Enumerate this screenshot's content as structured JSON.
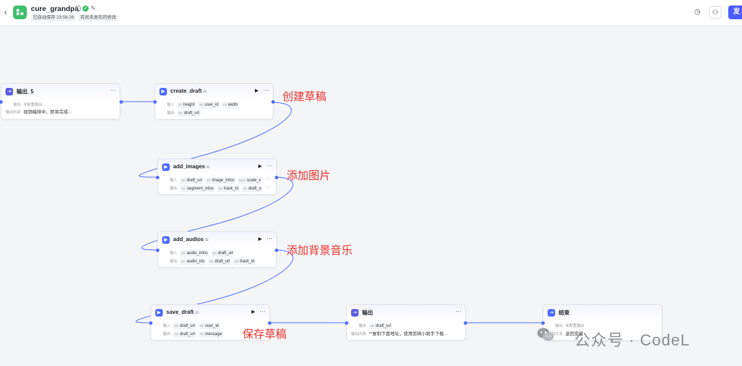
{
  "header": {
    "back_icon": "chevron-left-icon",
    "title": "cure_grandpa",
    "autosave": "已自动保存 23:56:26",
    "unpublished": "有尚未发布的修改",
    "publish_label": "发"
  },
  "nodes": {
    "output5": {
      "title": "输出_5",
      "out_label": "输出",
      "out_value": "未配置输出",
      "content_label": "输出内容",
      "content_value": "视频编排中，即将完成..."
    },
    "create_draft": {
      "title": "create_draft",
      "in_label": "输入",
      "inputs": [
        "height",
        "user_id",
        "width"
      ],
      "out_label": "输出",
      "outputs": [
        "draft_url"
      ]
    },
    "add_images": {
      "title": "add_images",
      "in_label": "输入",
      "inputs": [
        "draft_url",
        "image_infos",
        "scale_x"
      ],
      "out_label": "输出",
      "outputs": [
        "segment_infos",
        "track_id",
        "draft_u"
      ]
    },
    "add_audios": {
      "title": "add_audios",
      "in_label": "输入",
      "inputs": [
        "audio_infos",
        "draft_url"
      ],
      "out_label": "输出",
      "outputs": [
        "audio_ids",
        "draft_url",
        "track_id"
      ]
    },
    "save_draft": {
      "title": "save_draft",
      "in_label": "输入",
      "inputs": [
        "draft_url",
        "user_id"
      ],
      "out_label": "输出",
      "outputs": [
        "draft_url",
        "message"
      ]
    },
    "output": {
      "title": "输出",
      "out_label": "输出",
      "outputs": [
        "draft_url"
      ],
      "content_label": "输出内容",
      "content_value": "**复制下面地址，使用剪映小助手下载..."
    },
    "end": {
      "title": "结束",
      "out_label": "输出",
      "out_value": "未配置输出",
      "content_label": "返回文本",
      "content_value": "返回变量"
    }
  },
  "annotations": {
    "create": "创建草稿",
    "images": "添加图片",
    "audio": "添加背景音乐",
    "save": "保存草稿"
  },
  "watermark": {
    "text": "公众号 · CodeL"
  },
  "colors": {
    "accent": "#4d6bfe",
    "publish": "#4c5bff",
    "annotation": "#e8322d",
    "app_icon": "#3ec06a"
  }
}
